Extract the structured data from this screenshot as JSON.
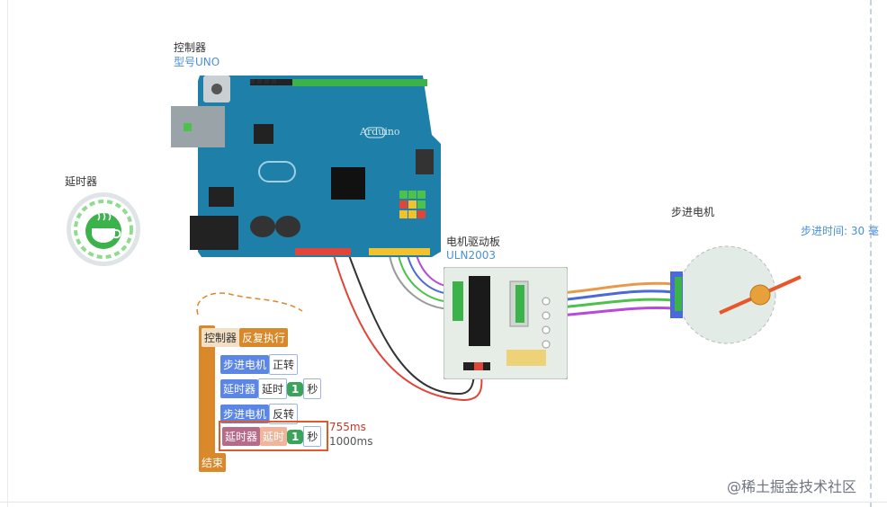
{
  "controller": {
    "title": "控制器",
    "model": "型号UNO",
    "board_text": "Arduino",
    "board_badge": "UNO"
  },
  "delay_device": {
    "title": "延时器"
  },
  "driver": {
    "title": "电机驱动板",
    "model": "ULN2003"
  },
  "stepper": {
    "title": "步进电机",
    "step_time": "步进时间: 30 毫"
  },
  "program": {
    "loop_block": {
      "target": "控制器",
      "action": "反复执行"
    },
    "statements": [
      {
        "target": "步进电机",
        "action": "正转"
      },
      {
        "target": "延时器",
        "action": "延时",
        "value": "1",
        "unit": "秒"
      },
      {
        "target": "步进电机",
        "action": "反转"
      },
      {
        "target": "延时器",
        "action": "延时",
        "value": "1",
        "unit": "秒"
      }
    ],
    "end_label": "结束",
    "elapsed": "755ms",
    "total": "1000ms"
  },
  "watermark": "@稀土掘金技术社区",
  "colors": {
    "board": "#1e7fa8",
    "driver_board": "#e6ece6",
    "wire_orange": "#e89a4a",
    "wire_blue": "#4a6ad9",
    "wire_green": "#4cc24c",
    "wire_purple": "#b64ad9",
    "wire_red": "#e0453a",
    "wire_black": "#333333",
    "highlight": "#e05a2b"
  }
}
